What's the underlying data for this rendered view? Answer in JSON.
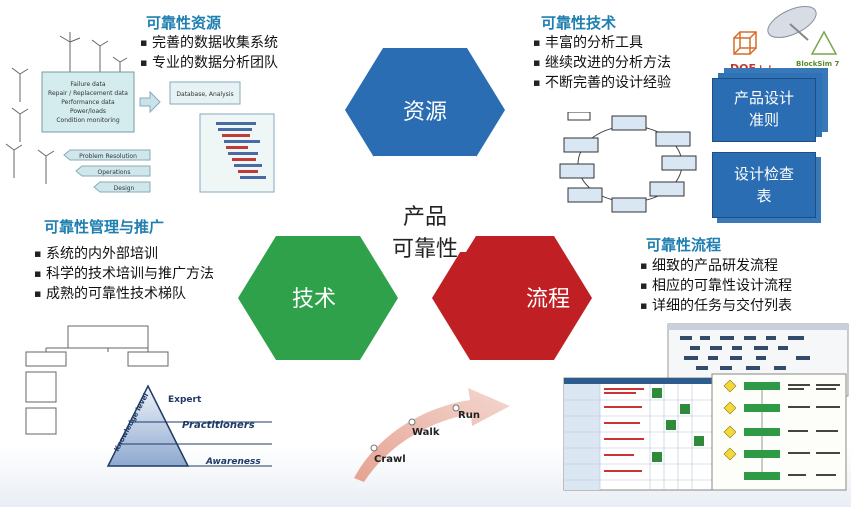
{
  "center": {
    "line1": "产品",
    "line2": "可靠性"
  },
  "hexagons": {
    "resources": {
      "label": "资源",
      "color": "#2a6db3"
    },
    "technology": {
      "label": "技术",
      "color": "#2fa14a"
    },
    "process": {
      "label": "流程",
      "color": "#c01f24"
    }
  },
  "sections": {
    "resources": {
      "title": "可靠性资源",
      "items": [
        "完善的数据收集系统",
        "专业的数据分析团队"
      ]
    },
    "technology": {
      "title": "可靠性技术",
      "items": [
        "丰富的分析工具",
        "继续改进的分析方法",
        "不断完善的设计经验"
      ]
    },
    "management": {
      "title": "可靠性管理与推广",
      "items": [
        "系统的内外部培训",
        "科学的技术培训与推广方法",
        "成熟的可靠性技术梯队"
      ]
    },
    "process": {
      "title": "可靠性流程",
      "items": [
        "细致的产品研发流程",
        "相应的可靠性设计流程",
        "详细的任务与交付列表"
      ]
    }
  },
  "design_boxes": {
    "box1": "产品设计准则",
    "box2": "设计检查表"
  },
  "tool_logos": {
    "doe": "DOE++",
    "blocksim": "BlockSim 7"
  },
  "maturity": {
    "crawl": "Crawl",
    "walk": "Walk",
    "run": "Run"
  },
  "pyramid": {
    "expert": "Expert",
    "practitioners": "Practitioners",
    "awareness": "Awareness",
    "side": "Knowledge level"
  },
  "data_diagram": {
    "items": [
      "Failure data",
      "Repair / Replacement data",
      "Performance data",
      "Power/loads",
      "Condition monitoring"
    ],
    "db_label": "Database, Analysis",
    "arrows": [
      "Problem Resolution",
      "Operations",
      "Design"
    ]
  },
  "colors": {
    "heading": "#1f7fb0",
    "design_box": "#2a6db3"
  }
}
